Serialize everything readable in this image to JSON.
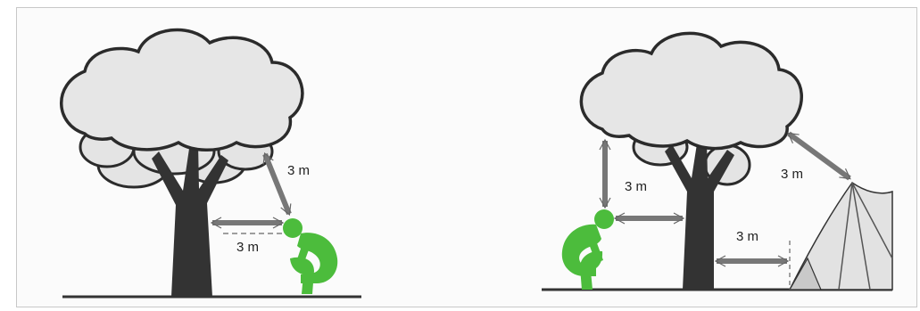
{
  "figure": {
    "left_panel": {
      "label_diagonal": "3 m",
      "label_horizontal": "3 m"
    },
    "right_panel": {
      "label_vertical": "3 m",
      "label_tent_diagonal": "3 m",
      "label_tent_gap": "3 m"
    }
  },
  "colors": {
    "person": "#4cbc3c",
    "trunk": "#333333",
    "canopy_fill": "#e6e6e6",
    "outline": "#2b2b2b",
    "tent": "#e8e8e8"
  }
}
